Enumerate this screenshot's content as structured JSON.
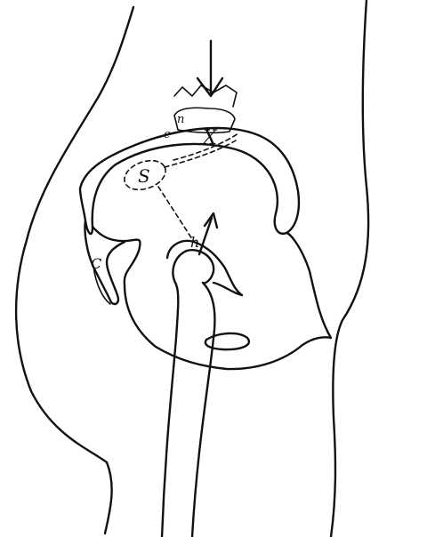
{
  "figure": {
    "labels": {
      "x": "X",
      "e": "e",
      "s": "S",
      "c": "C",
      "h": "h",
      "n": "n"
    },
    "colors": {
      "ink": "#111111",
      "paper": "#ffffff"
    },
    "icons": [
      "down-arrow-icon",
      "up-arrow-icon"
    ]
  }
}
